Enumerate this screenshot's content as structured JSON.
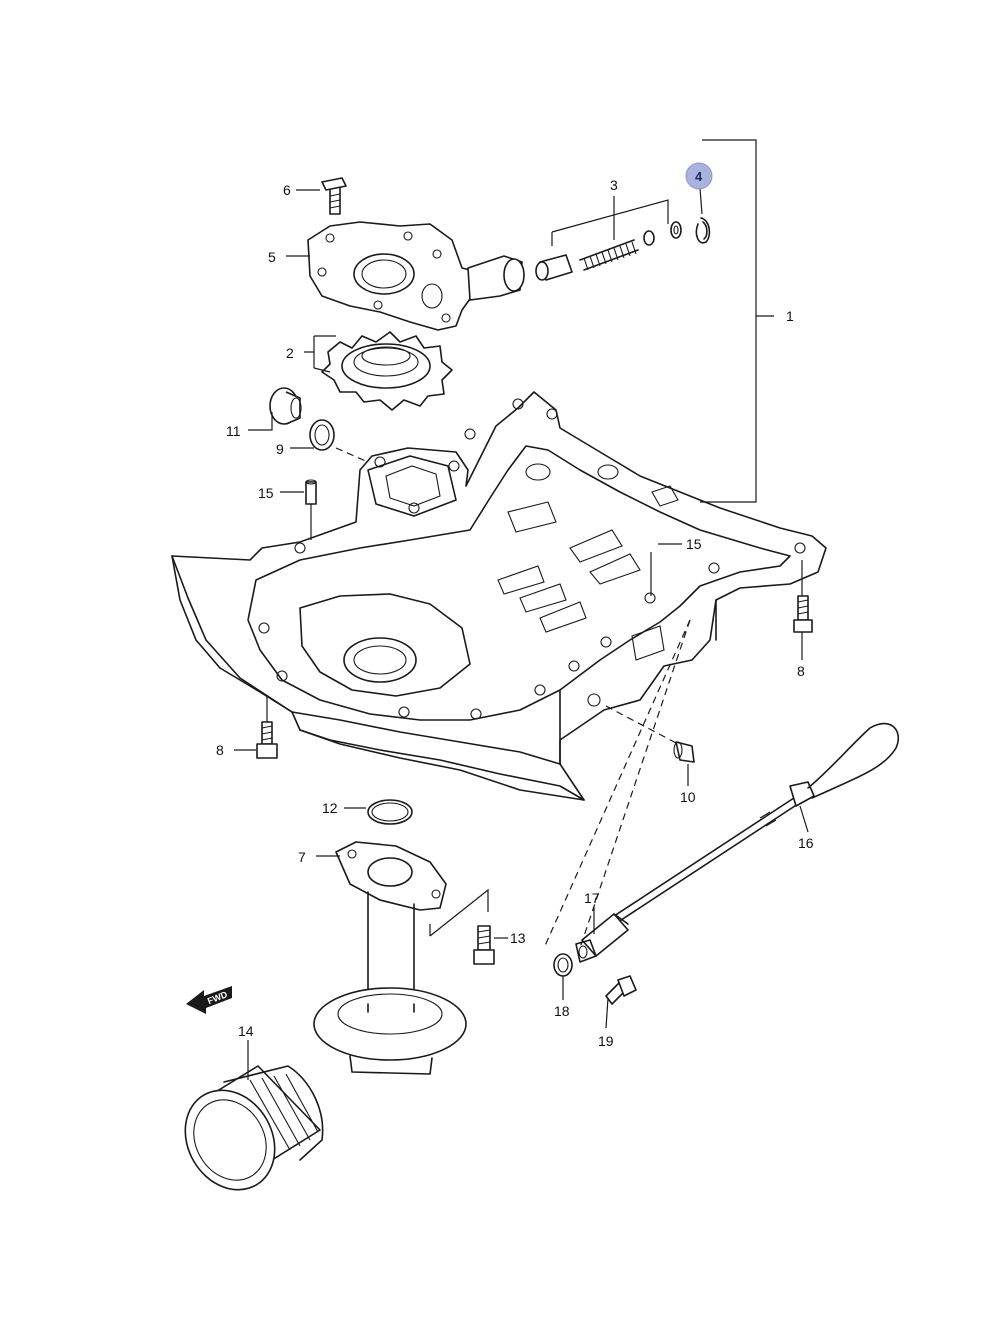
{
  "diagram": {
    "highlight_color": "#a9b3dd",
    "line_color": "#1a1a1a",
    "highlighted_part": "4",
    "fwd_arrow_label": "FWD",
    "callouts": [
      {
        "id": "c1",
        "label": "1"
      },
      {
        "id": "c2",
        "label": "2"
      },
      {
        "id": "c3",
        "label": "3"
      },
      {
        "id": "c4",
        "label": "4"
      },
      {
        "id": "c5",
        "label": "5"
      },
      {
        "id": "c6",
        "label": "6"
      },
      {
        "id": "c7",
        "label": "7"
      },
      {
        "id": "c8a",
        "label": "8"
      },
      {
        "id": "c8b",
        "label": "8"
      },
      {
        "id": "c9",
        "label": "9"
      },
      {
        "id": "c10",
        "label": "10"
      },
      {
        "id": "c11",
        "label": "11"
      },
      {
        "id": "c12",
        "label": "12"
      },
      {
        "id": "c13",
        "label": "13"
      },
      {
        "id": "c14",
        "label": "14"
      },
      {
        "id": "c15a",
        "label": "15"
      },
      {
        "id": "c15b",
        "label": "15"
      },
      {
        "id": "c16",
        "label": "16"
      },
      {
        "id": "c17",
        "label": "17"
      },
      {
        "id": "c18",
        "label": "18"
      },
      {
        "id": "c19",
        "label": "19"
      }
    ]
  }
}
